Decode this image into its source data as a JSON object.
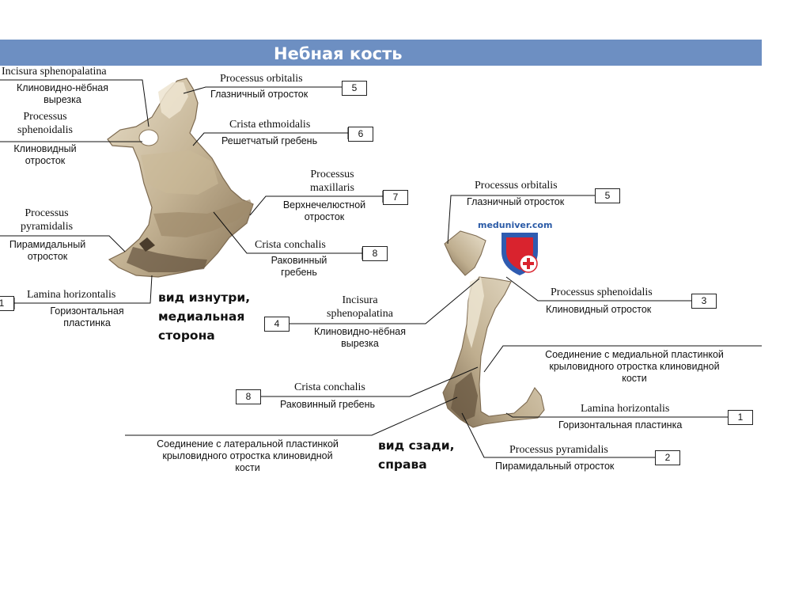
{
  "title": "Небная кость",
  "logo": {
    "text": "meduniver.com",
    "shield_colors": [
      "#2f5bb0",
      "#d9232e",
      "#ffffff"
    ]
  },
  "colors": {
    "title_bar": "#6d8fc2",
    "bone_light": "#d9ccb2",
    "bone_mid": "#b8a689",
    "bone_dark": "#6b5a44"
  },
  "left_view": {
    "caption": [
      "вид изнутри,",
      "медиальная",
      "сторона"
    ],
    "labels": {
      "incisura": {
        "latin": "Incisura sphenopalatina",
        "ru": [
          "Клиновидно-нёбная",
          "вырезка"
        ]
      },
      "sphenoidalis": {
        "latin": [
          "Processus",
          "sphenoidalis"
        ],
        "ru": [
          "Клиновидный",
          "отросток"
        ]
      },
      "pyramidalis": {
        "latin": [
          "Processus",
          "pyramidalis"
        ],
        "ru": [
          "Пирамидальный",
          "отросток"
        ]
      },
      "horizontalis": {
        "latin": "Lamina horizontalis",
        "ru": [
          "Горизонтальная",
          "пластинка"
        ],
        "num": "1"
      },
      "orbitalis": {
        "latin": "Processus orbitalis",
        "ru": "Глазничный отросток",
        "num": "5"
      },
      "ethmoidalis": {
        "latin": "Crista ethmoidalis",
        "ru": "Решетчатый гребень",
        "num": "6"
      },
      "maxillaris": {
        "latin": [
          "Processus",
          "maxillaris"
        ],
        "ru": [
          "Верхнечелюстной",
          "отросток"
        ],
        "num": "7"
      },
      "conchalis": {
        "latin": "Crista conchalis",
        "ru": [
          "Раковинный",
          "гребень"
        ],
        "num": "8"
      }
    }
  },
  "right_view": {
    "caption": [
      "вид сзади,",
      "справа"
    ],
    "labels": {
      "orbitalis": {
        "latin": "Processus orbitalis",
        "ru": "Глазничный отросток",
        "num": "5"
      },
      "sphenoidalis": {
        "latin": "Processus sphenoidalis",
        "ru": "Клиновидный отросток",
        "num": "3"
      },
      "incisura": {
        "latin": [
          "Incisura",
          "sphenopalatina"
        ],
        "ru": [
          "Клиновидно-нёбная",
          "вырезка"
        ],
        "num": "4"
      },
      "medial_plate": {
        "ru": [
          "Соединение с медиальной пластинкой",
          "крыловидного отростка клиновидной",
          "кости"
        ]
      },
      "conchalis": {
        "latin": "Crista conchalis",
        "ru": "Раковинный гребень",
        "num": "8"
      },
      "horizontalis": {
        "latin": "Lamina horizontalis",
        "ru": "Горизонтальная пластинка",
        "num": "1"
      },
      "lateral_plate": {
        "ru": [
          "Соединение с латеральной пластинкой",
          "крыловидного отростка клиновидной",
          "кости"
        ]
      },
      "pyramidalis": {
        "latin": "Processus pyramidalis",
        "ru": "Пирамидальный отросток",
        "num": "2"
      }
    }
  }
}
